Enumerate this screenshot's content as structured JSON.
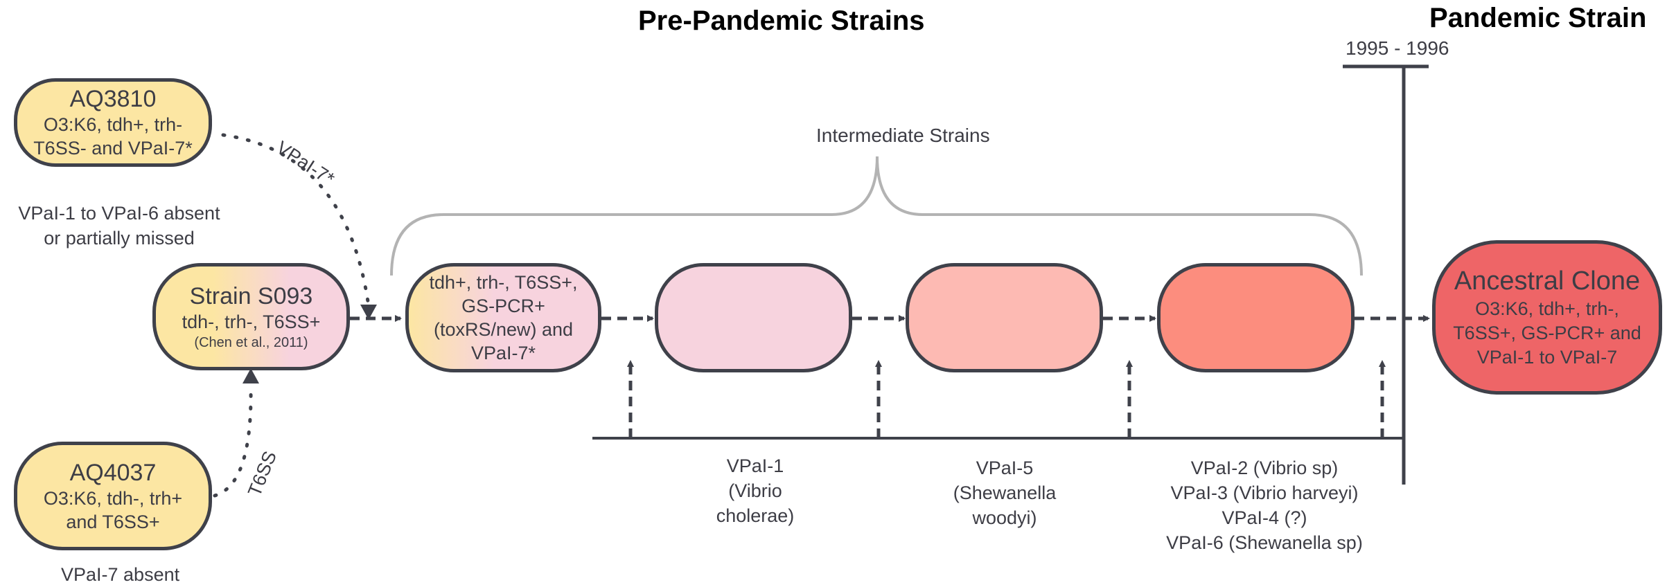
{
  "titles": {
    "pre_pandemic": "Pre-Pandemic Strains",
    "pandemic": "Pandemic Strain",
    "period": "1995 - 1996",
    "intermediate": "Intermediate Strains"
  },
  "nodes": {
    "aq3810": {
      "name": "AQ3810",
      "line1": "O3:K6, tdh+, trh-",
      "line2": "T6SS- and VPaI-7*",
      "note1": "VPaI-1 to VPaI-6 absent",
      "note2": "or partially missed"
    },
    "s093": {
      "name": "Strain S093",
      "line1": "tdh-, trh-, T6SS+",
      "citation": "(Chen et al., 2011)"
    },
    "aq4037": {
      "name": "AQ4037",
      "line1": "O3:K6, tdh-, trh+",
      "line2": "and T6SS+",
      "note": "VPaI-7 absent"
    },
    "intermediate_1": {
      "line1": "tdh+, trh-, T6SS+,",
      "line2": "GS-PCR+",
      "line3": "(toxRS/new) and",
      "line4": "VPaI-7*"
    },
    "ancestral": {
      "name": "Ancestral Clone",
      "line1": "O3:K6, tdh+, trh-,",
      "line2": "T6SS+, GS-PCR+  and",
      "line3": "VPaI-1 to VPaI-7"
    }
  },
  "edge_labels": {
    "vpai7": "VPaI-7*",
    "t6ss": "T6SS"
  },
  "acquisitions": [
    {
      "line1": "VPaI-1",
      "line2": "(Vibrio",
      "line3": "cholerae)"
    },
    {
      "line1": "VPaI-5",
      "line2": "(Shewanella",
      "line3": "woodyi)"
    },
    {
      "line1": "VPaI-2 (Vibrio sp)",
      "line2": "VPaI-3 (Vibrio harveyi)",
      "line3": "VPaI-4 (?)",
      "line4": "VPaI-6 (Shewanella sp)"
    }
  ],
  "colors": {
    "yellow": "#fce6a3",
    "pink_light": "#f7d3de",
    "salmon_light": "#fdbab3",
    "salmon": "#fc8d7e",
    "red": "#ee6567",
    "stroke": "#3f414a",
    "brace": "#b3b3b3"
  }
}
